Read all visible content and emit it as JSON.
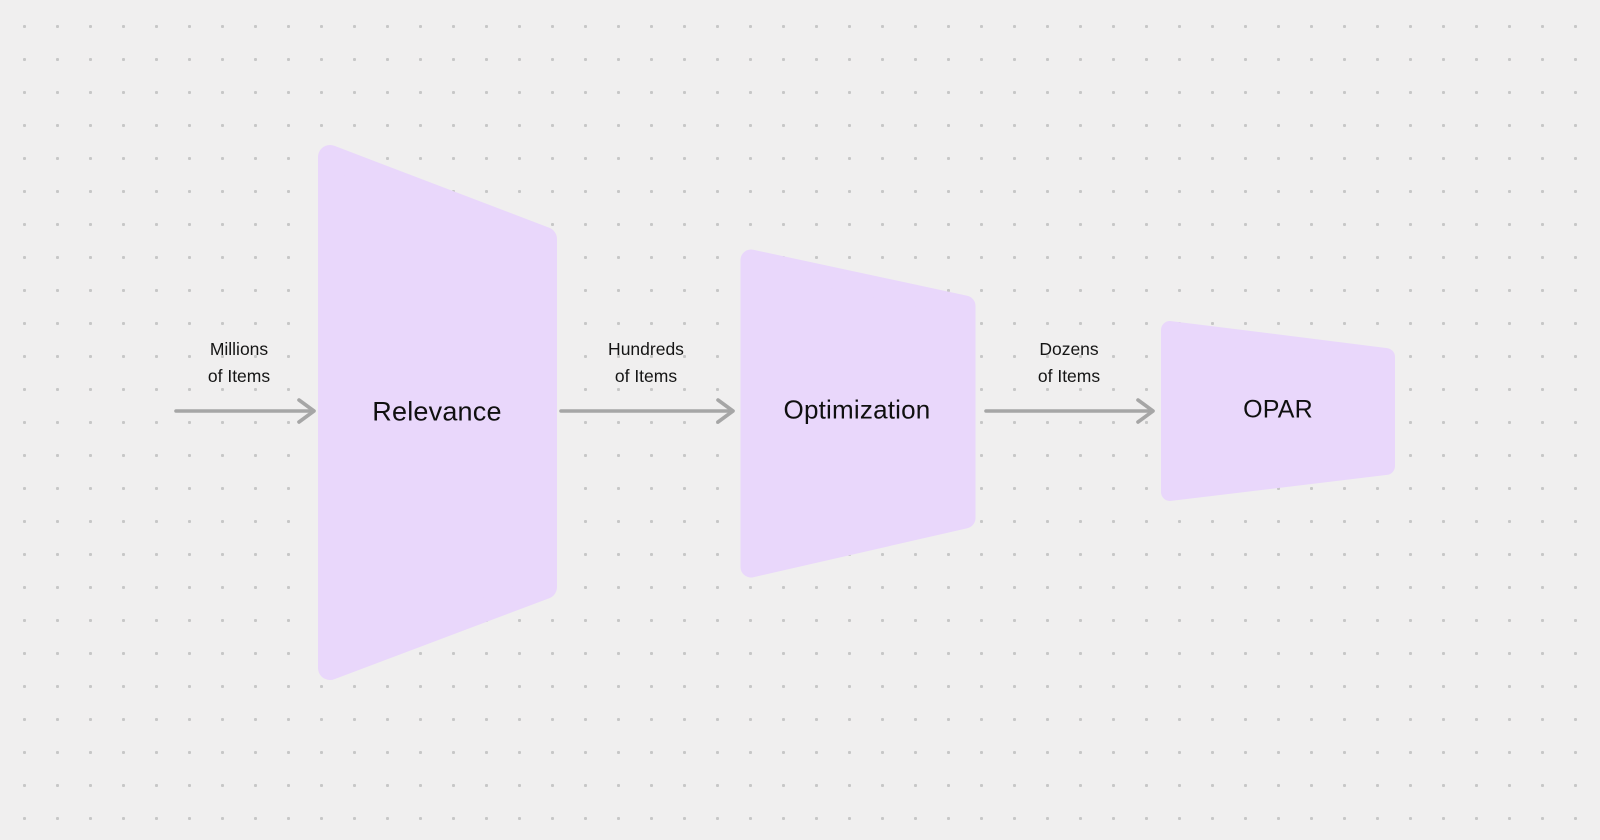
{
  "canvas": {
    "background_color": "#f0efef",
    "dot_color": "#c7c7c7"
  },
  "diagram": {
    "node_fill": "#e9d7fb",
    "arrow_color": "#a6a6a6",
    "text_color": "#101010",
    "nodes": [
      {
        "id": "relevance",
        "label": "Relevance"
      },
      {
        "id": "optimization",
        "label": "Optimization"
      },
      {
        "id": "opar",
        "label": "OPAR"
      }
    ],
    "arrows": [
      {
        "id": "input-arrow",
        "label_line1": "Millions",
        "label_line2": "of Items"
      },
      {
        "id": "relevance-to-optimization-arrow",
        "label_line1": "Hundreds",
        "label_line2": "of Items"
      },
      {
        "id": "optimization-to-opar-arrow",
        "label_line1": "Dozens",
        "label_line2": "of Items"
      }
    ]
  }
}
